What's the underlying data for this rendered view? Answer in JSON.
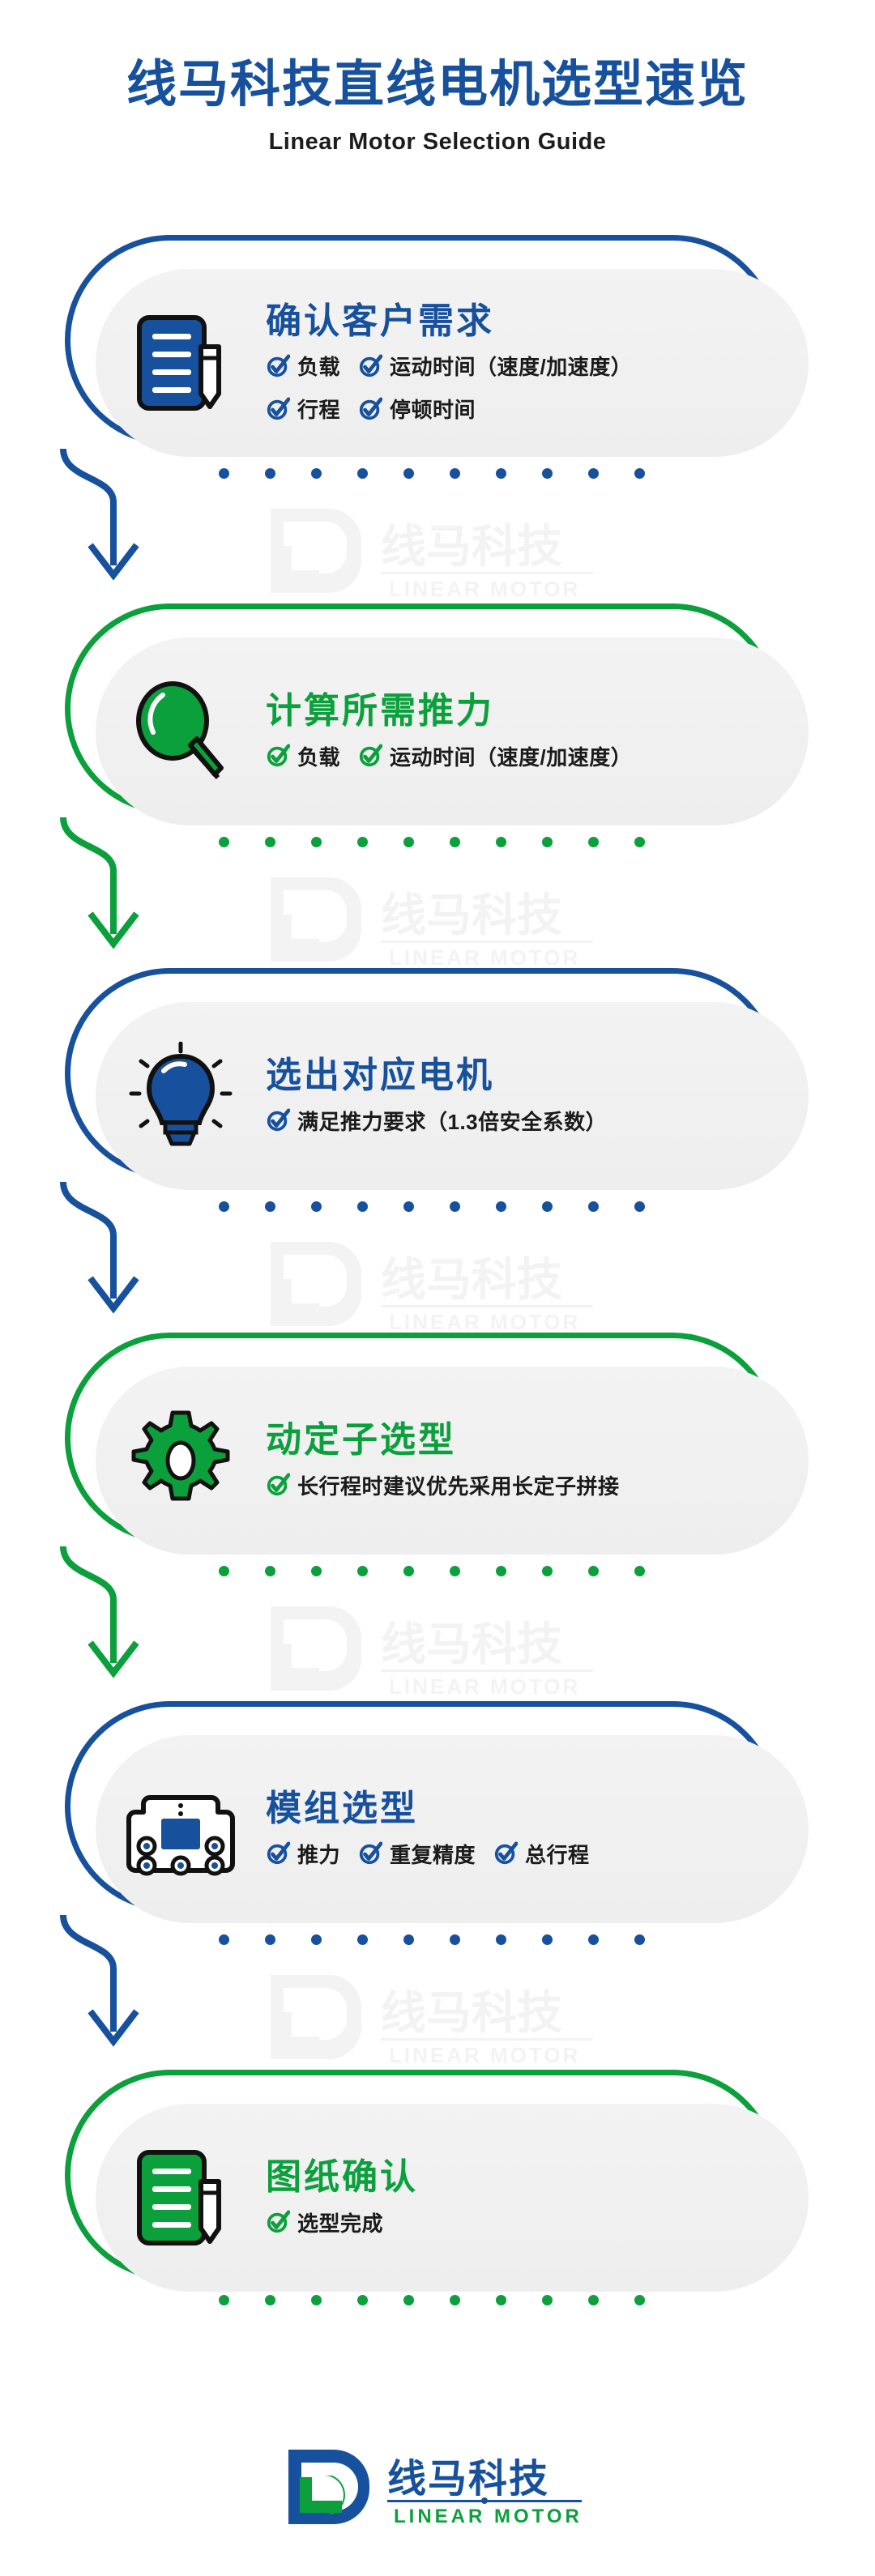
{
  "header": {
    "title": "线马科技直线电机选型速览",
    "subtitle": "Linear Motor Selection Guide"
  },
  "colors": {
    "blue": "#17519e",
    "green": "#0ba03c",
    "panel": "#f0f0f0",
    "text": "#1a1a1a",
    "watermark": "#f4f4f4"
  },
  "watermark": {
    "brand_cn": "线马科技",
    "brand_en": "LINEAR MOTOR"
  },
  "steps": [
    {
      "index": 1,
      "accent": "blue",
      "icon": "clipboard-pencil-icon",
      "title": "确认客户需求",
      "bullets": [
        "负载",
        "运动时间（速度/加速度）",
        "行程",
        "停顿时间"
      ]
    },
    {
      "index": 2,
      "accent": "green",
      "icon": "magnifier-icon",
      "title": "计算所需推力",
      "bullets": [
        "负载",
        "运动时间（速度/加速度）"
      ]
    },
    {
      "index": 3,
      "accent": "blue",
      "icon": "lightbulb-icon",
      "title": "选出对应电机",
      "bullets": [
        "满足推力要求（1.3倍安全系数）"
      ]
    },
    {
      "index": 4,
      "accent": "green",
      "icon": "gear-icon",
      "title": "动定子选型",
      "bullets": [
        "长行程时建议优先采用长定子拼接"
      ]
    },
    {
      "index": 5,
      "accent": "blue",
      "icon": "module-stage-icon",
      "title": "模组选型",
      "bullets": [
        "推力",
        "重复精度",
        "总行程"
      ]
    },
    {
      "index": 6,
      "accent": "green",
      "icon": "document-pencil-icon",
      "title": "图纸确认",
      "bullets": [
        "选型完成"
      ]
    }
  ],
  "connectors": [
    {
      "accent": "blue",
      "dots": 10
    },
    {
      "accent": "green",
      "dots": 10
    },
    {
      "accent": "blue",
      "dots": 10
    },
    {
      "accent": "green",
      "dots": 10
    },
    {
      "accent": "blue",
      "dots": 10
    }
  ],
  "footer": {
    "logo_mark": "ld-monogram-logo",
    "brand_cn": "线马科技",
    "brand_en": "LINEAR MOTOR"
  }
}
